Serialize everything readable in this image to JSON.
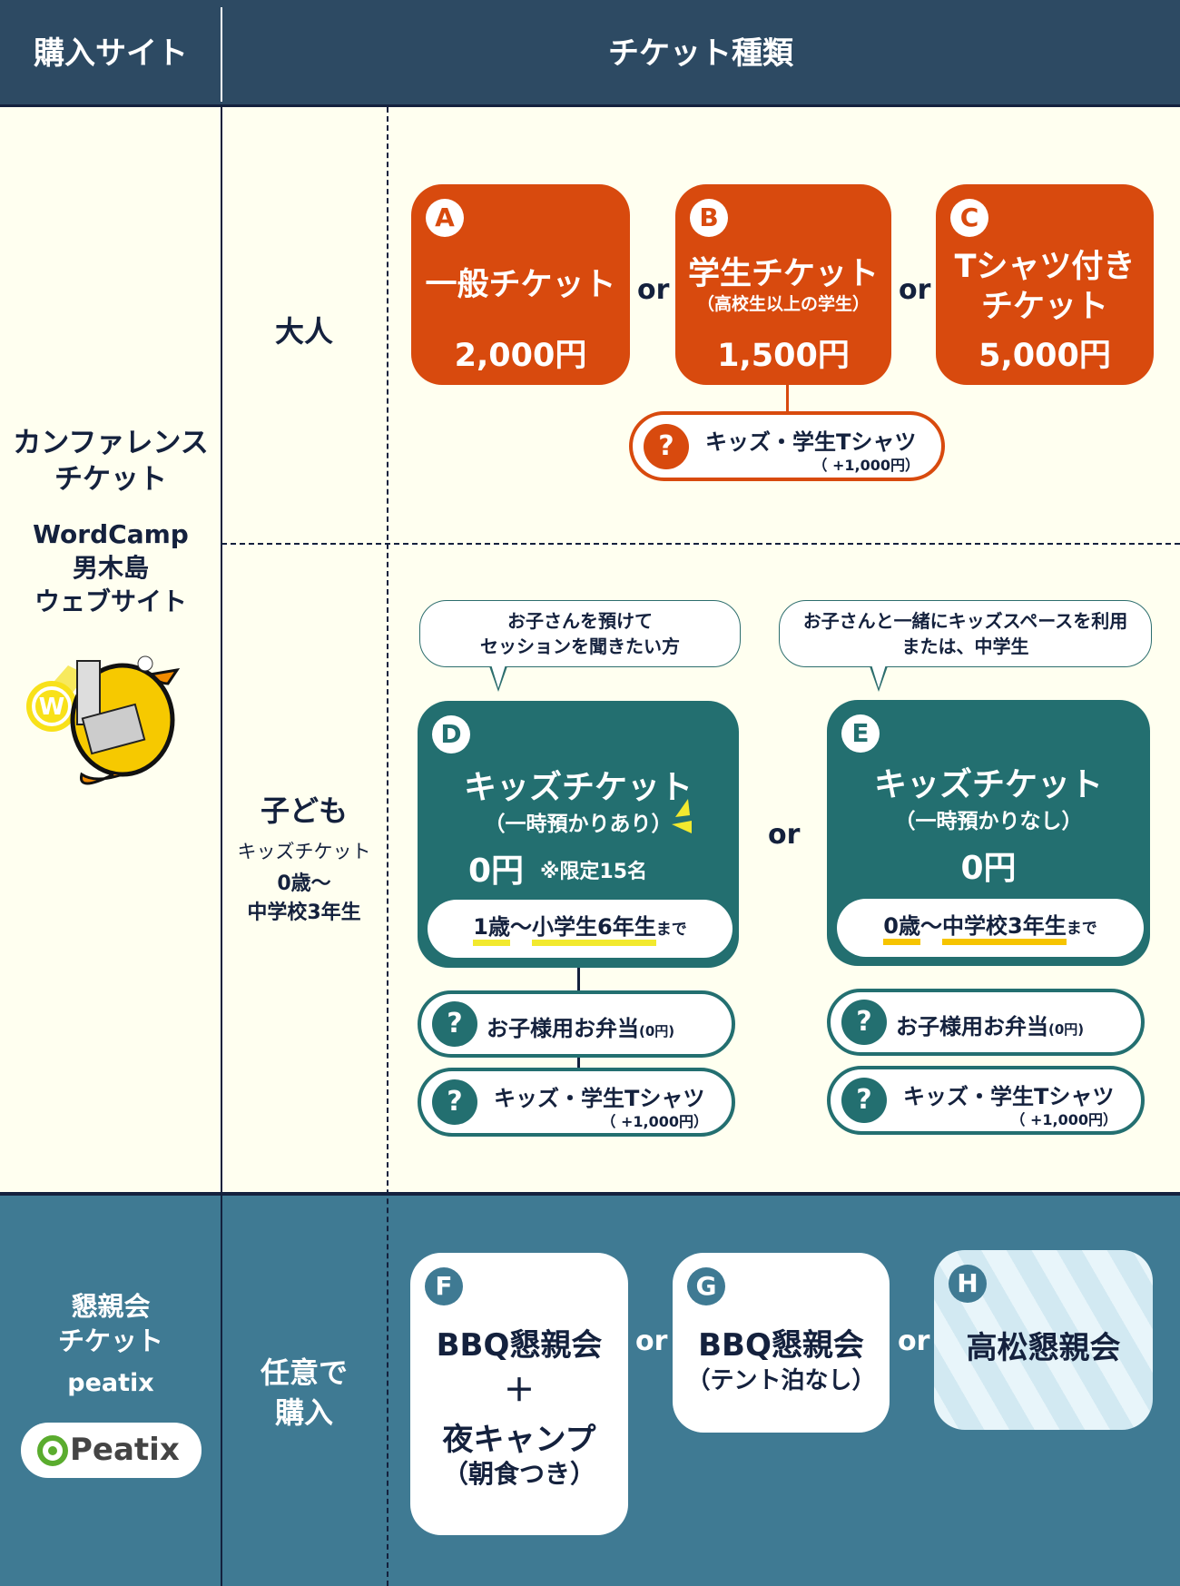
{
  "header": {
    "col1": "購入サイト",
    "col2": "チケット種類"
  },
  "conference": {
    "title_line1": "カンファレンス",
    "title_line2": "チケット",
    "site_line1": "WordCamp",
    "site_line2": "男木島",
    "site_line3": "ウェブサイト",
    "mascot": "wapuu-lighthouse-mascot"
  },
  "adult": {
    "label": "大人",
    "tickets": [
      {
        "badge": "A",
        "name": "一般チケット",
        "note": "",
        "price": "2,000円"
      },
      {
        "badge": "B",
        "name": "学生チケット",
        "note": "（高校生以上の学生）",
        "price": "1,500円"
      },
      {
        "badge": "C",
        "name_line1": "Tシャツ付き",
        "name_line2": "チケット",
        "price": "5,000円"
      }
    ],
    "or": "or",
    "addon": {
      "icon": "question-icon",
      "q": "?",
      "label": "キッズ・学生Tシャツ",
      "price": "（ +1,000円）"
    }
  },
  "kids": {
    "label": "子ども",
    "sub": "キッズチケット",
    "age_line1": "0歳〜",
    "age_line2": "中学校3年生",
    "or": "or",
    "D": {
      "bubble_line1": "お子さんを預けて",
      "bubble_line2": "セッションを聞きたい方",
      "badge": "D",
      "name": "キッズチケット",
      "sub": "（一時預かりあり）",
      "price": "0円",
      "limit": "※限定15名",
      "age_a": "1歳",
      "tilde": "〜",
      "age_b": "小学生6年生",
      "until": "まで",
      "addons": [
        {
          "q": "?",
          "label": "お子様用お弁当",
          "price": "(0円)"
        },
        {
          "q": "?",
          "label": "キッズ・学生Tシャツ",
          "price": "（ +1,000円）"
        }
      ]
    },
    "E": {
      "bubble_line1": "お子さんと一緒にキッズスペースを利用",
      "bubble_line2": "または、中学生",
      "badge": "E",
      "name": "キッズチケット",
      "sub": "（一時預かりなし）",
      "price": "0円",
      "age_a": "0歳",
      "tilde": "〜",
      "age_b": "中学校3年生",
      "until": "まで",
      "addons": [
        {
          "q": "?",
          "label": "お子様用お弁当",
          "price": "(0円)"
        },
        {
          "q": "?",
          "label": "キッズ・学生Tシャツ",
          "price": "（ +1,000円）"
        }
      ]
    }
  },
  "party": {
    "title_line1": "懇親会",
    "title_line2": "チケット",
    "site": "peatix",
    "logo": "Peatix",
    "purchase_line1": "任意で",
    "purchase_line2": "購入",
    "or": "or",
    "F": {
      "badge": "F",
      "line1": "BBQ懇親会",
      "line2": "＋",
      "line3": "夜キャンプ",
      "line4": "（朝食つき）"
    },
    "G": {
      "badge": "G",
      "line1": "BBQ懇親会",
      "line2": "（テント泊なし）"
    },
    "H": {
      "badge": "H",
      "line1": "高松懇親会"
    }
  },
  "colors": {
    "orange": "#d84a0e",
    "teal": "#236f70",
    "navy": "#2d4a63",
    "bottom": "#3f7a93",
    "cream": "#fffff0"
  }
}
